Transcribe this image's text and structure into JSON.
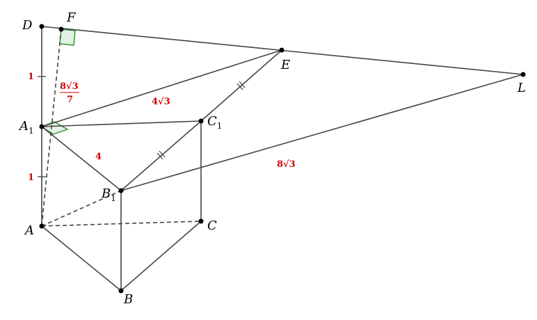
{
  "points": {
    "D": "D",
    "F": "F",
    "E": "E",
    "L": "L",
    "A1": "A",
    "A1_sub": "1",
    "C1": "C",
    "C1_sub": "1",
    "B1": "B",
    "B1_sub": "1",
    "A": "A",
    "C": "C",
    "B": "B"
  },
  "measures": {
    "DA1": "1",
    "A1A": "1",
    "A1F_num": "8√3",
    "A1F_den": "7",
    "A1E": "4√3",
    "A1B1": "4",
    "AL": "8√3"
  },
  "colors": {
    "measure": "#d40000",
    "right_angle": "#2e8b2e",
    "edge": "#444444"
  }
}
